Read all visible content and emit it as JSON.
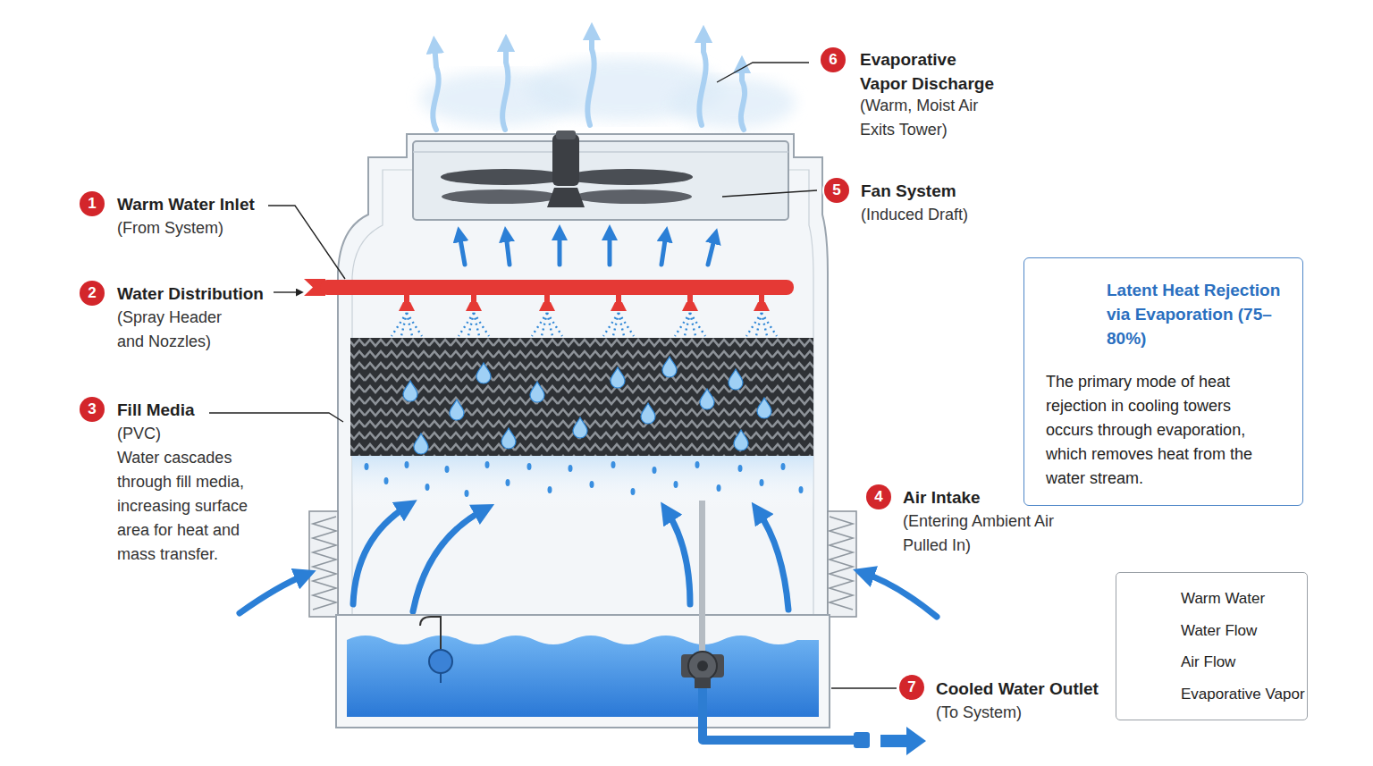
{
  "diagram": {
    "nodes": [
      {
        "text": [
          "Latent Heat Rejection via Evaporation (75–80%)",
          "The primary mode of heat rejection in cooling towers occurs through evaporation, which removes heat from the water stream."
        ]
      }
    ],
    "labels": [
      "1",
      "Warm Water Inlet",
      "(From System)",
      "2",
      "Water Distribution",
      "(Spray Header and Nozzles)",
      "3",
      "Fill Media",
      "(PVC)",
      "Water cascades through fill media, increasing surface area for heat and mass transfer.",
      "4",
      "Air Intake",
      "(Entering Ambient Air Pulled In)",
      "5",
      "Fan System",
      "(Induced Draft)",
      "6",
      "Evaporative Vapor Discharge",
      "(Warm, Moist Air Exits Tower)",
      "7",
      "Cooled Water Outlet",
      "(To System)"
    ],
    "legend": [
      {
        "text": "Warm Water"
      },
      {
        "text": "Water Flow"
      },
      {
        "text": "Air Flow"
      },
      {
        "text": "Evaporative Vapor"
      }
    ]
  }
}
